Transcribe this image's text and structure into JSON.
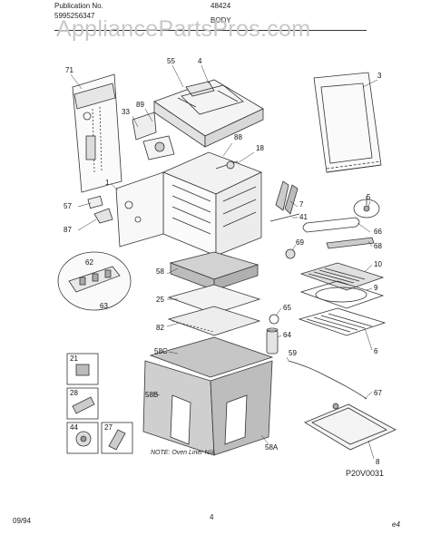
{
  "header": {
    "publication_label": "Publication No.",
    "publication_number": "5995256347",
    "model": "48424",
    "section": "BODY"
  },
  "watermark": "AppliancePartsPros.com",
  "callouts": [
    {
      "id": "c71",
      "label": "71"
    },
    {
      "id": "c55",
      "label": "55"
    },
    {
      "id": "c4",
      "label": "4"
    },
    {
      "id": "c3",
      "label": "3"
    },
    {
      "id": "c89",
      "label": "89"
    },
    {
      "id": "c33",
      "label": "33"
    },
    {
      "id": "c88",
      "label": "88"
    },
    {
      "id": "c18",
      "label": "18"
    },
    {
      "id": "c1",
      "label": "1"
    },
    {
      "id": "c57",
      "label": "57"
    },
    {
      "id": "c87",
      "label": "87"
    },
    {
      "id": "c7",
      "label": "7"
    },
    {
      "id": "c41",
      "label": "41"
    },
    {
      "id": "c5",
      "label": "5"
    },
    {
      "id": "c66",
      "label": "66"
    },
    {
      "id": "c69",
      "label": "69"
    },
    {
      "id": "c68",
      "label": "68"
    },
    {
      "id": "c62",
      "label": "62"
    },
    {
      "id": "c63",
      "label": "63"
    },
    {
      "id": "c58",
      "label": "58"
    },
    {
      "id": "c25",
      "label": "25"
    },
    {
      "id": "c82",
      "label": "82"
    },
    {
      "id": "c10",
      "label": "10"
    },
    {
      "id": "c9",
      "label": "9"
    },
    {
      "id": "c65",
      "label": "65"
    },
    {
      "id": "c64",
      "label": "64"
    },
    {
      "id": "c6",
      "label": "6"
    },
    {
      "id": "c58C",
      "label": "58C"
    },
    {
      "id": "c59",
      "label": "59"
    },
    {
      "id": "c21",
      "label": "21"
    },
    {
      "id": "c28",
      "label": "28"
    },
    {
      "id": "c58B",
      "label": "58B"
    },
    {
      "id": "c67",
      "label": "67"
    },
    {
      "id": "c44",
      "label": "44"
    },
    {
      "id": "c27",
      "label": "27"
    },
    {
      "id": "c58A",
      "label": "58A"
    },
    {
      "id": "c8",
      "label": "8"
    }
  ],
  "note": "NOTE: Oven Liner N/A",
  "part_code": "P20V0031",
  "footer": {
    "date": "09/94",
    "page": "4",
    "corner_mark": "e4"
  }
}
